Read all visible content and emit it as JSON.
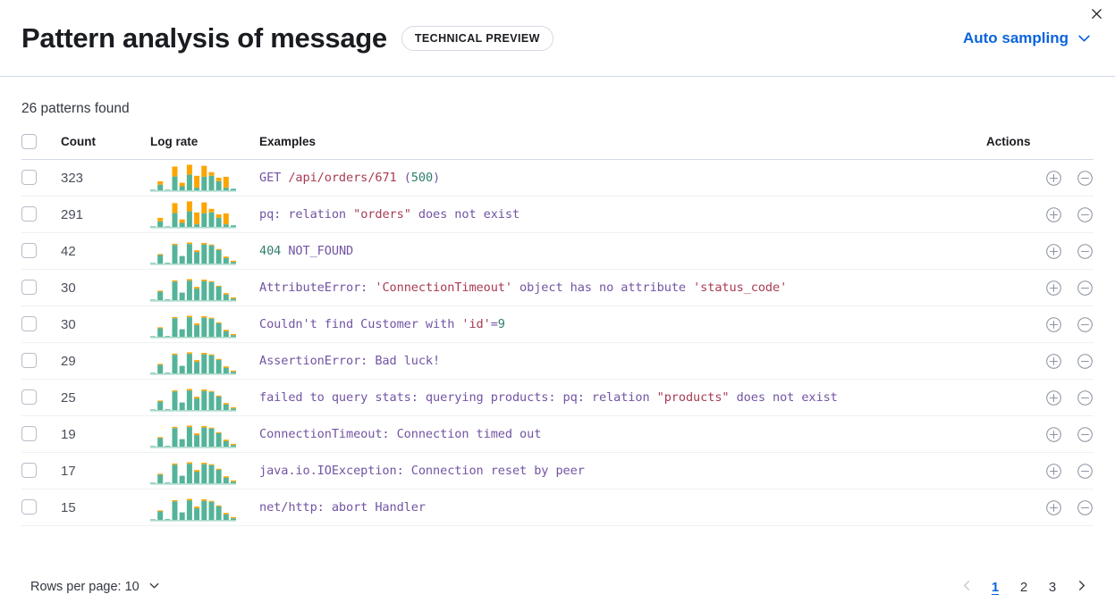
{
  "header": {
    "title": "Pattern analysis of message",
    "badge": "TECHNICAL PREVIEW",
    "sampling_label": "Auto sampling",
    "close_icon": "close-icon",
    "chevron_icon": "chevron-down-icon"
  },
  "summary": {
    "patterns_found": "26 patterns found"
  },
  "table": {
    "columns": {
      "select": "",
      "count": "Count",
      "log_rate": "Log rate",
      "examples": "Examples",
      "actions": "Actions"
    },
    "rows": [
      {
        "count": "323",
        "example": "GET /api/orders/671 (500)",
        "tokens": [
          {
            "t": "GET ",
            "k": "base"
          },
          {
            "t": "/api/orders/671",
            "k": "str"
          },
          {
            "t": " (",
            "k": "base"
          },
          {
            "t": "500",
            "k": "num"
          },
          {
            "t": ")",
            "k": "base"
          }
        ],
        "spark": {
          "teal": [
            2,
            22,
            2,
            55,
            16,
            62,
            10,
            54,
            58,
            36,
            10,
            6
          ],
          "orange": [
            0,
            14,
            0,
            40,
            14,
            40,
            48,
            44,
            14,
            14,
            44,
            0
          ]
        }
      },
      {
        "count": "291",
        "example": "pq: relation \"orders\" does not exist",
        "tokens": [
          {
            "t": "pq: relation ",
            "k": "base"
          },
          {
            "t": "\"orders\"",
            "k": "str"
          },
          {
            "t": " does not exist",
            "k": "base"
          }
        ],
        "spark": {
          "teal": [
            2,
            22,
            2,
            55,
            16,
            62,
            10,
            54,
            58,
            36,
            10,
            6
          ],
          "orange": [
            0,
            14,
            0,
            40,
            14,
            40,
            48,
            44,
            14,
            14,
            44,
            0
          ]
        }
      },
      {
        "count": "42",
        "example": "404 NOT_FOUND",
        "tokens": [
          {
            "t": "404",
            "k": "num"
          },
          {
            "t": " NOT_FOUND",
            "k": "base"
          }
        ],
        "spark": {
          "teal": [
            2,
            34,
            3,
            74,
            30,
            78,
            46,
            76,
            72,
            54,
            22,
            6
          ],
          "orange": [
            0,
            4,
            0,
            5,
            0,
            6,
            7,
            6,
            4,
            4,
            6,
            5
          ]
        }
      },
      {
        "count": "30",
        "example": "AttributeError: 'ConnectionTimeout' object has no attribute 'status_code'",
        "tokens": [
          {
            "t": "AttributeError: ",
            "k": "base"
          },
          {
            "t": "'ConnectionTimeout'",
            "k": "str"
          },
          {
            "t": " object has no attribute ",
            "k": "base"
          },
          {
            "t": "'status_code'",
            "k": "str"
          }
        ],
        "spark": {
          "teal": [
            2,
            34,
            3,
            74,
            30,
            78,
            46,
            76,
            72,
            54,
            22,
            6
          ],
          "orange": [
            0,
            4,
            0,
            5,
            0,
            6,
            7,
            6,
            4,
            4,
            6,
            5
          ]
        }
      },
      {
        "count": "30",
        "example": "Couldn't find Customer with 'id'=9",
        "tokens": [
          {
            "t": "Couldn't find Customer with ",
            "k": "base"
          },
          {
            "t": "'id'",
            "k": "str"
          },
          {
            "t": "=",
            "k": "base"
          },
          {
            "t": "9",
            "k": "num"
          }
        ],
        "spark": {
          "teal": [
            2,
            34,
            3,
            74,
            30,
            78,
            46,
            76,
            72,
            54,
            22,
            6
          ],
          "orange": [
            0,
            4,
            0,
            5,
            0,
            6,
            7,
            6,
            4,
            4,
            6,
            5
          ]
        }
      },
      {
        "count": "29",
        "example": "AssertionError: Bad luck!",
        "tokens": [
          {
            "t": "AssertionError: Bad luck!",
            "k": "base"
          }
        ],
        "spark": {
          "teal": [
            2,
            34,
            3,
            74,
            30,
            78,
            46,
            76,
            72,
            54,
            22,
            6
          ],
          "orange": [
            0,
            4,
            0,
            5,
            0,
            6,
            7,
            6,
            4,
            4,
            6,
            5
          ]
        }
      },
      {
        "count": "25",
        "example": "failed to query stats: querying products: pq: relation \"products\" does not exist",
        "tokens": [
          {
            "t": "failed to query stats: querying products: pq: relation ",
            "k": "base"
          },
          {
            "t": "\"products\"",
            "k": "str"
          },
          {
            "t": " does not exist",
            "k": "base"
          }
        ],
        "spark": {
          "teal": [
            2,
            34,
            3,
            74,
            30,
            78,
            46,
            76,
            72,
            54,
            22,
            6
          ],
          "orange": [
            0,
            4,
            0,
            5,
            0,
            6,
            7,
            6,
            4,
            4,
            6,
            5
          ]
        }
      },
      {
        "count": "19",
        "example": "ConnectionTimeout: Connection timed out",
        "tokens": [
          {
            "t": "ConnectionTimeout: Connection timed out",
            "k": "base"
          }
        ],
        "spark": {
          "teal": [
            2,
            34,
            3,
            74,
            30,
            78,
            46,
            76,
            72,
            54,
            22,
            6
          ],
          "orange": [
            0,
            4,
            0,
            5,
            0,
            6,
            7,
            6,
            4,
            4,
            6,
            5
          ]
        }
      },
      {
        "count": "17",
        "example": "java.io.IOException: Connection reset by peer",
        "tokens": [
          {
            "t": "java.io.IOException: Connection reset by peer",
            "k": "base"
          }
        ],
        "spark": {
          "teal": [
            2,
            34,
            3,
            74,
            30,
            78,
            46,
            76,
            72,
            54,
            22,
            6
          ],
          "orange": [
            0,
            4,
            0,
            5,
            0,
            6,
            7,
            6,
            4,
            4,
            6,
            5
          ]
        }
      },
      {
        "count": "15",
        "example": "net/http: abort Handler",
        "tokens": [
          {
            "t": "net/http: abort Handler",
            "k": "base"
          }
        ],
        "spark": {
          "teal": [
            2,
            34,
            3,
            74,
            30,
            78,
            46,
            76,
            72,
            54,
            22,
            6
          ],
          "orange": [
            0,
            4,
            0,
            5,
            0,
            6,
            7,
            6,
            4,
            4,
            6,
            5
          ]
        }
      }
    ],
    "action_icons": {
      "include": "circle-plus-icon",
      "exclude": "circle-minus-icon"
    }
  },
  "footer": {
    "rows_per_page_label": "Rows per page: 10",
    "pages": [
      "1",
      "2",
      "3"
    ],
    "active_page": "1",
    "prev_icon": "chevron-left-icon",
    "next_icon": "chevron-right-icon"
  },
  "colors": {
    "accent_blue": "#0b64dd",
    "spark_teal": "#54b399",
    "spark_orange": "#fca500",
    "token_base": "#7254a3",
    "token_string": "#a83b52",
    "token_number": "#2f7d6e",
    "border": "#d3dae6"
  }
}
